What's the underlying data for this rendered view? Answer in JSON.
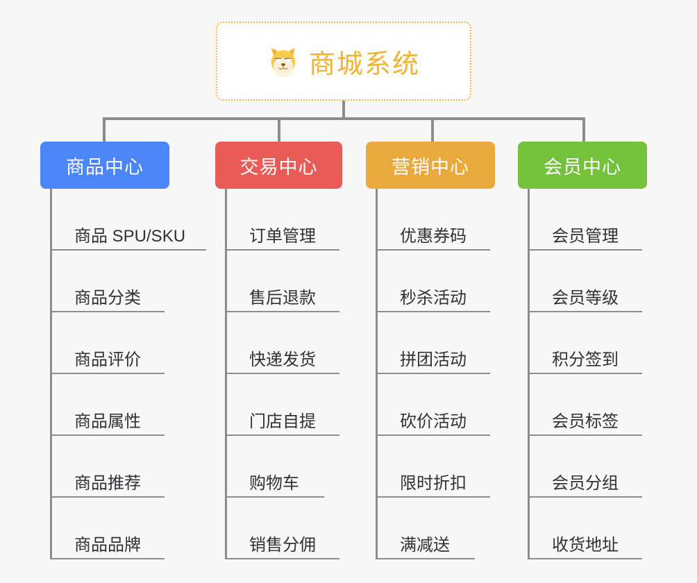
{
  "root": {
    "icon": "dog-face-emoji",
    "title": "商城系统"
  },
  "colors": {
    "background": "#f7f7f7",
    "root_border": "#f0b73c",
    "root_text": "#f2b232",
    "connector": "#8c8c8c",
    "leaf_text": "#303133",
    "product_center": "#4a86f7",
    "trade_center": "#e85b57",
    "marketing_center": "#eaa93c",
    "member_center": "#74c13c"
  },
  "columns": [
    {
      "key": "product-center",
      "label": "商品中心",
      "color": "#4a86f7",
      "items": [
        "商品 SPU/SKU",
        "商品分类",
        "商品评价",
        "商品属性",
        "商品推荐",
        "商品品牌"
      ]
    },
    {
      "key": "trade-center",
      "label": "交易中心",
      "color": "#e85b57",
      "items": [
        "订单管理",
        "售后退款",
        "快递发货",
        "门店自提",
        "购物车",
        "销售分佣"
      ]
    },
    {
      "key": "marketing-center",
      "label": "营销中心",
      "color": "#eaa93c",
      "items": [
        "优惠券码",
        "秒杀活动",
        "拼团活动",
        "砍价活动",
        "限时折扣",
        "满减送"
      ]
    },
    {
      "key": "member-center",
      "label": "会员中心",
      "color": "#74c13c",
      "items": [
        "会员管理",
        "会员等级",
        "积分签到",
        "会员标签",
        "会员分组",
        "收货地址"
      ]
    }
  ]
}
